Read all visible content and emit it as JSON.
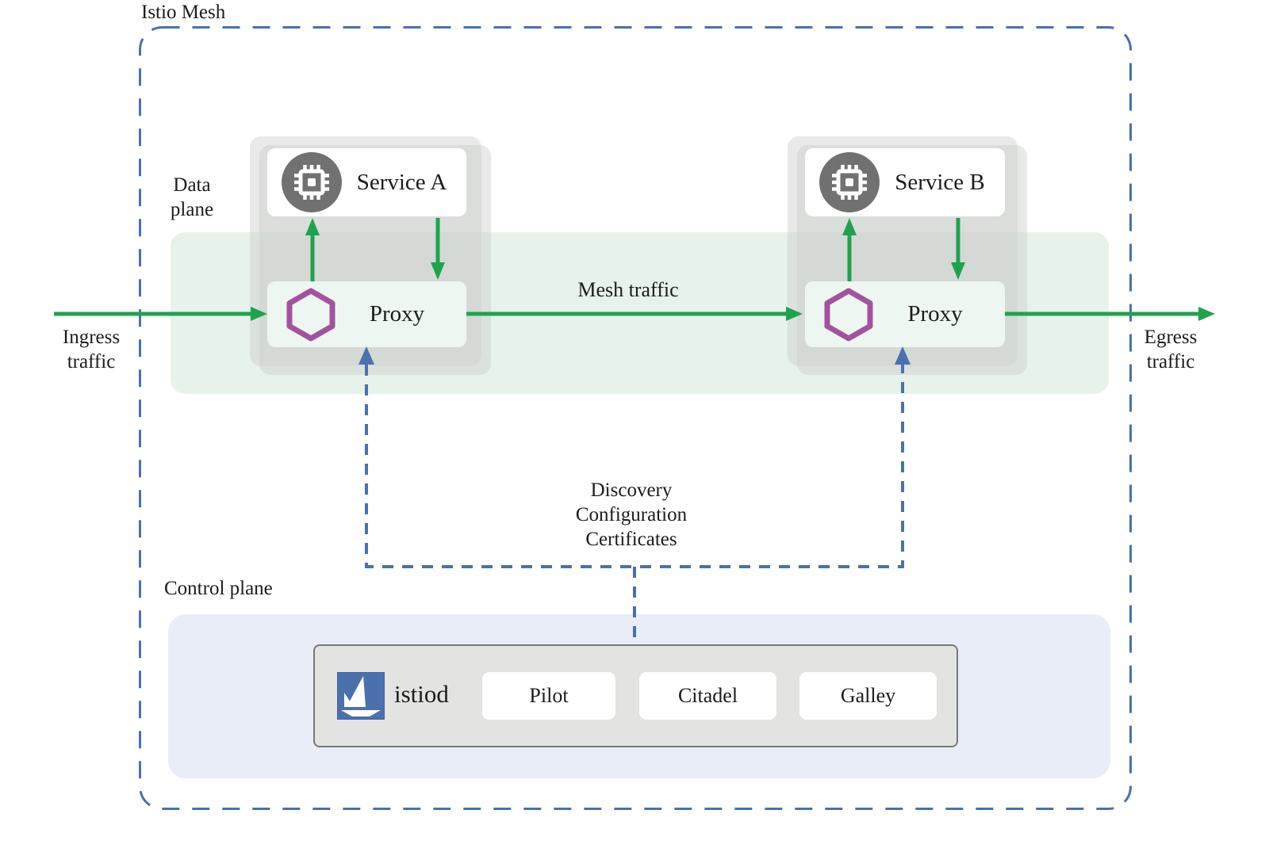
{
  "mesh": {
    "title": "Istio Mesh"
  },
  "data_plane": {
    "label": "Data plane",
    "ingress_label": "Ingress traffic",
    "egress_label": "Egress traffic",
    "mesh_traffic_label": "Mesh traffic",
    "service_a": {
      "name": "Service A",
      "proxy_label": "Proxy"
    },
    "service_b": {
      "name": "Service B",
      "proxy_label": "Proxy"
    }
  },
  "control_channel": {
    "lines": [
      "Discovery",
      "Configuration",
      "Certificates"
    ]
  },
  "control_plane": {
    "label": "Control plane",
    "istiod": {
      "name": "istiod",
      "components": [
        "Pilot",
        "Citadel",
        "Galley"
      ]
    }
  },
  "colors": {
    "traffic_green": "#1fa24f",
    "control_blue": "#4a71ad",
    "envoy_purple": "#a3539d",
    "istio_logo_blue": "#4a70ae",
    "mesh_band": "#e7f2eb",
    "control_plane_bg": "#e9edf7",
    "service_icon_gray": "#717171",
    "group_gray": "#cbcfcb",
    "istiod_box_bg": "#e3e3e1",
    "text": "#1c1c1c"
  }
}
